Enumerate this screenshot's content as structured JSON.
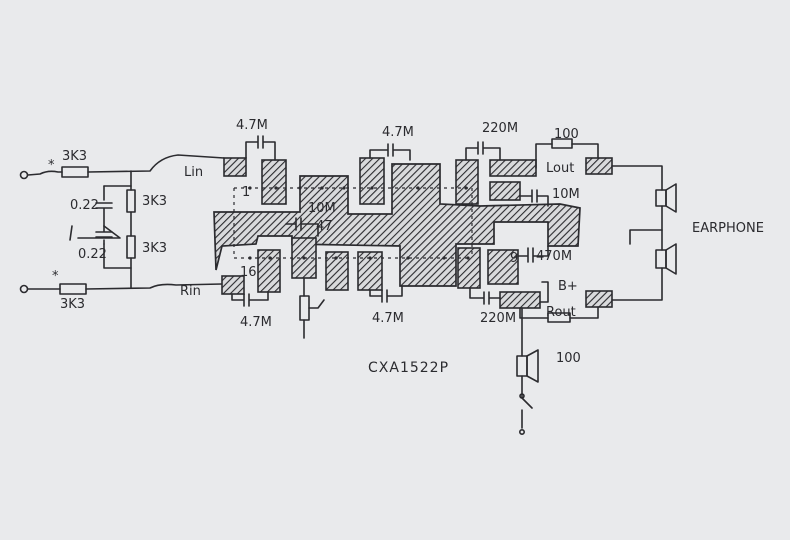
{
  "diagram": {
    "chip_label": "CXA1522P",
    "earphone_label": "EARPHONE",
    "inputs": {
      "left_label": "Lin",
      "right_label": "Rin",
      "resistor_top": "3K3",
      "resistor_bottom": "3K3",
      "resistor_mid_top": "3K3",
      "resistor_mid_bottom": "3K3",
      "cap_top": "0.22",
      "cap_bottom": "0.22",
      "star_mark": "*"
    },
    "pins": {
      "pin1": "1",
      "pin16": "16",
      "pin9": "9"
    },
    "components": {
      "cap_in_left": "4.7M",
      "cap_in_right": "4.7M",
      "cap_top_mid": "4.7M",
      "cap_bottom_mid": "4.7M",
      "cap_out_left": "220M",
      "cap_out_right": "220M",
      "cap_center": "10M",
      "cap_center2": "47",
      "cap_right_upper": "10M",
      "cap_right_lower": "470M",
      "res_out_left": "100",
      "res_out_right": "100"
    },
    "outputs": {
      "left_label": "Lout",
      "right_label": "Rout",
      "supply_label": "B+"
    }
  }
}
